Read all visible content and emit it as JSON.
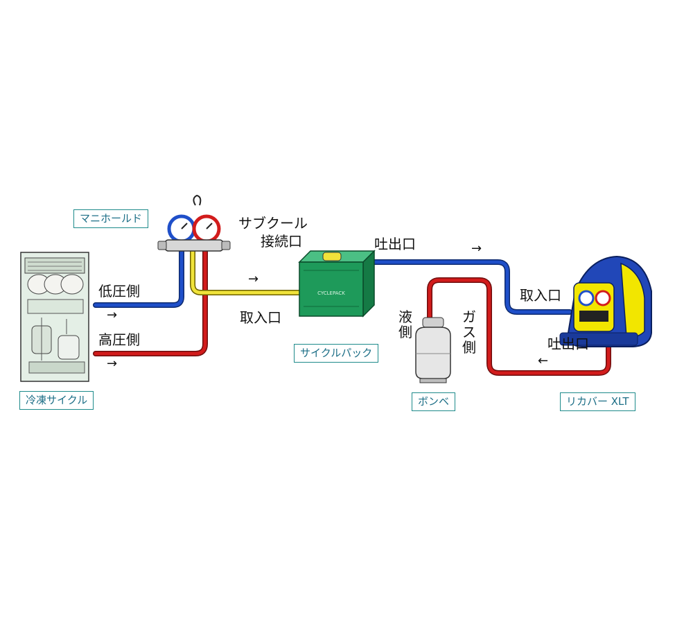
{
  "diagram": {
    "component_labels": {
      "freezing_cycle": "冷凍サイクル",
      "manifold": "マニホールド",
      "cycle_pack": "サイクルパック",
      "cylinder": "ボンベ",
      "recovery_unit": "リカバー XLT"
    },
    "port_labels": {
      "low_side": "低圧側",
      "high_side": "高圧側",
      "subcool_line1": "サブクール",
      "subcool_line2": "接続口",
      "inlet_center": "取入口",
      "outlet_top": "吐出口",
      "inlet_right": "取入口",
      "outlet_right": "吐出口",
      "liquid_side": "液側",
      "gas_side": "ガス側"
    },
    "arrow_glyphs": {
      "right": "→",
      "left": "←"
    },
    "device_text": {
      "cycle_pack_badge": "CYCLEPACK"
    },
    "colors": {
      "low_pressure_hose": "#1f4fc9",
      "high_pressure_hose": "#d21c1c",
      "charge_hose": "#f0e33a",
      "label_border": "#1c8a8a",
      "label_text": "#1c6e86",
      "cycle_pack_body": "#1e9a5a",
      "recovery_body": "#2147b8",
      "recovery_panel": "#f2e600"
    }
  }
}
